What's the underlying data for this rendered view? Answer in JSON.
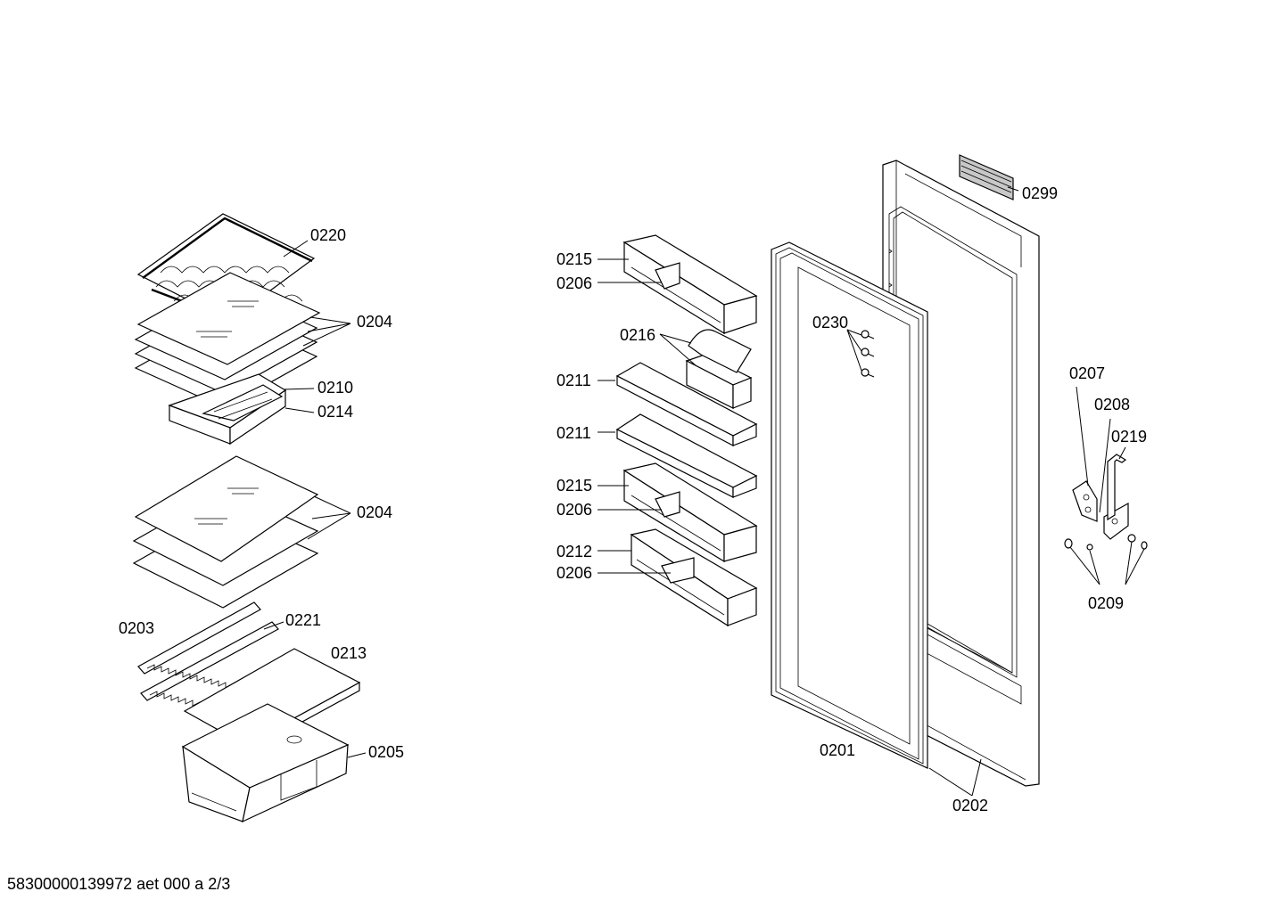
{
  "diagram": {
    "footer_text": "58300000139972 aet 000 a 2/3",
    "labels": {
      "l0220": "0220",
      "l0204a": "0204",
      "l0210": "0210",
      "l0214": "0214",
      "l0204b": "0204",
      "l0203": "0203",
      "l0221": "0221",
      "l0213": "0213",
      "l0205": "0205",
      "l0215a": "0215",
      "l0206a": "0206",
      "l0216": "0216",
      "l0211a": "0211",
      "l0211b": "0211",
      "l0215b": "0215",
      "l0206b": "0206",
      "l0212": "0212",
      "l0206c": "0206",
      "l0230": "0230",
      "l0201": "0201",
      "l0202": "0202",
      "l0299": "0299",
      "l0207": "0207",
      "l0208": "0208",
      "l0219": "0219",
      "l0209": "0209"
    }
  }
}
